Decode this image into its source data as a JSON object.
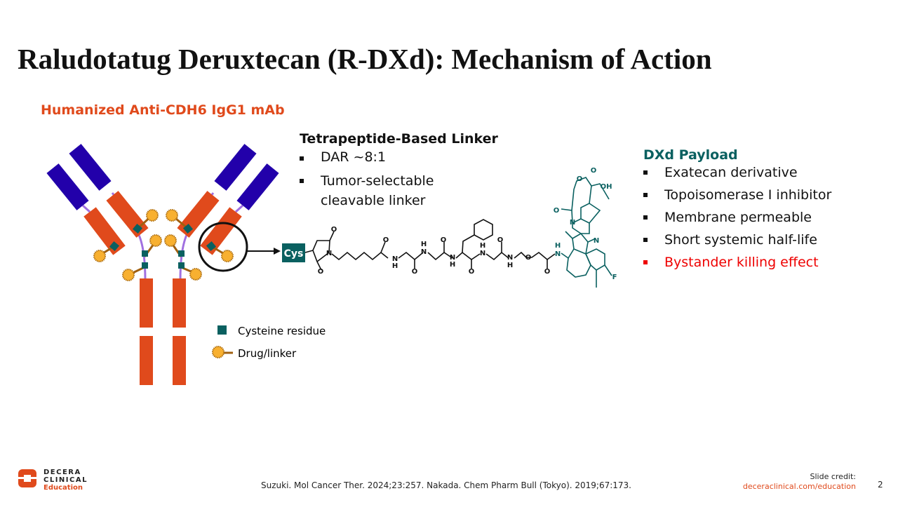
{
  "title": "Raludotatug Deruxtecan (R-DXd): Mechanism of Action",
  "mab_label": "Humanized Anti-CDH6 IgG1 mAb",
  "linker": {
    "heading": "Tetrapeptide-Based Linker",
    "bullets": [
      "DAR ~8:1",
      "Tumor-selectable",
      "cleavable linker"
    ]
  },
  "payload": {
    "heading": "DXd Payload",
    "bullets": [
      "Exatecan derivative",
      "Topoisomerase I inhibitor",
      "Membrane permeable",
      "Short systemic half-life",
      "Bystander killing effect"
    ]
  },
  "legend": {
    "cysteine": "Cysteine residue",
    "drug": "Drug/linker"
  },
  "structure": {
    "cys": "Cys",
    "O": "O",
    "N": "N",
    "H": "H",
    "OH": "OH",
    "F": "F"
  },
  "footer": {
    "citation": "Suzuki. Mol Cancer Ther. 2024;23:257. Nakada. Chem Pharm Bull (Tokyo). 2019;67:173.",
    "credit_label": "Slide credit:",
    "credit_url": "deceraclinical.com/education",
    "page": "2",
    "logo": [
      "DECERA",
      "CLINICAL",
      "Education"
    ]
  },
  "colors": {
    "heavy": "#e04a1c",
    "light": "#2200aa",
    "teal": "#0a6060",
    "drug": "#f8b030",
    "hinge": "#a070e0",
    "red": "#ee0000"
  }
}
